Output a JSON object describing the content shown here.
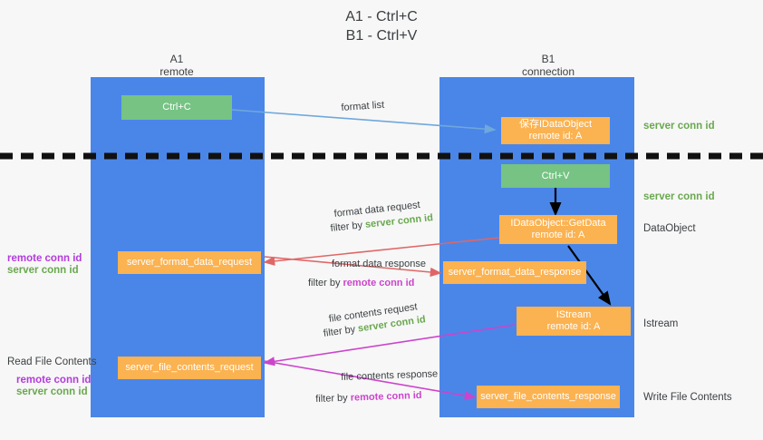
{
  "title": {
    "line1": "A1 - Ctrl+C",
    "line2": "B1 - Ctrl+V"
  },
  "lanes": [
    {
      "name": "A1",
      "sub": "remote"
    },
    {
      "name": "B1",
      "sub": "connection"
    }
  ],
  "boxes": {
    "ctrl_c": {
      "line1": "Ctrl+C",
      "line2": ""
    },
    "save_idataobject": {
      "line1": "保存IDataObject",
      "line2": "remote id: A"
    },
    "ctrl_v": {
      "line1": "Ctrl+V",
      "line2": ""
    },
    "getdata": {
      "line1": "IDataObject::GetData",
      "line2": "remote id: A"
    },
    "server_format_data_request": {
      "line1": "server_format_data_request",
      "line2": ""
    },
    "server_format_data_response": {
      "line1": "server_format_data_response",
      "line2": ""
    },
    "istream": {
      "line1": "IStream",
      "line2": "remote id: A"
    },
    "server_file_contents_request": {
      "line1": "server_file_contents_request",
      "line2": ""
    },
    "server_file_contents_response": {
      "line1": "server_file_contents_response",
      "line2": ""
    }
  },
  "right_labels": {
    "server_conn_id_1": "server conn id",
    "server_conn_id_2": "server conn id",
    "dataobject": "DataObject",
    "istream": "Istream",
    "write_file_contents": "Write File Contents"
  },
  "left_labels": {
    "format_remote": "remote conn id",
    "format_server": "server conn id",
    "read_file_contents": "Read File Contents",
    "file_remote": "remote conn id",
    "file_server": "server conn id"
  },
  "arrow_labels": {
    "format_list": "format list",
    "format_data_request": "format data request",
    "format_data_request_filter_prefix": "filter by ",
    "format_data_request_filter_value": "server conn id",
    "format_data_response": "format data response",
    "format_data_response_filter_prefix": "filter by ",
    "format_data_response_filter_value": "remote conn id",
    "file_contents_request": "file contents request",
    "file_contents_request_filter_prefix": "filter by ",
    "file_contents_request_filter_value": "server conn id",
    "file_contents_response": "file contents response",
    "file_contents_response_filter_prefix": "filter by ",
    "file_contents_response_filter_value": "remote conn id"
  },
  "colors": {
    "lane": "#4a86e8",
    "green_box": "#76c383",
    "orange_box": "#fbb250",
    "green_text": "#6aa84f",
    "purple_text": "#cc44cc",
    "arrow_blue": "#6fa8dc",
    "arrow_red": "#e06666",
    "arrow_magenta": "#cc44cc",
    "arrow_black": "#000000",
    "background": "#f7f7f7"
  }
}
